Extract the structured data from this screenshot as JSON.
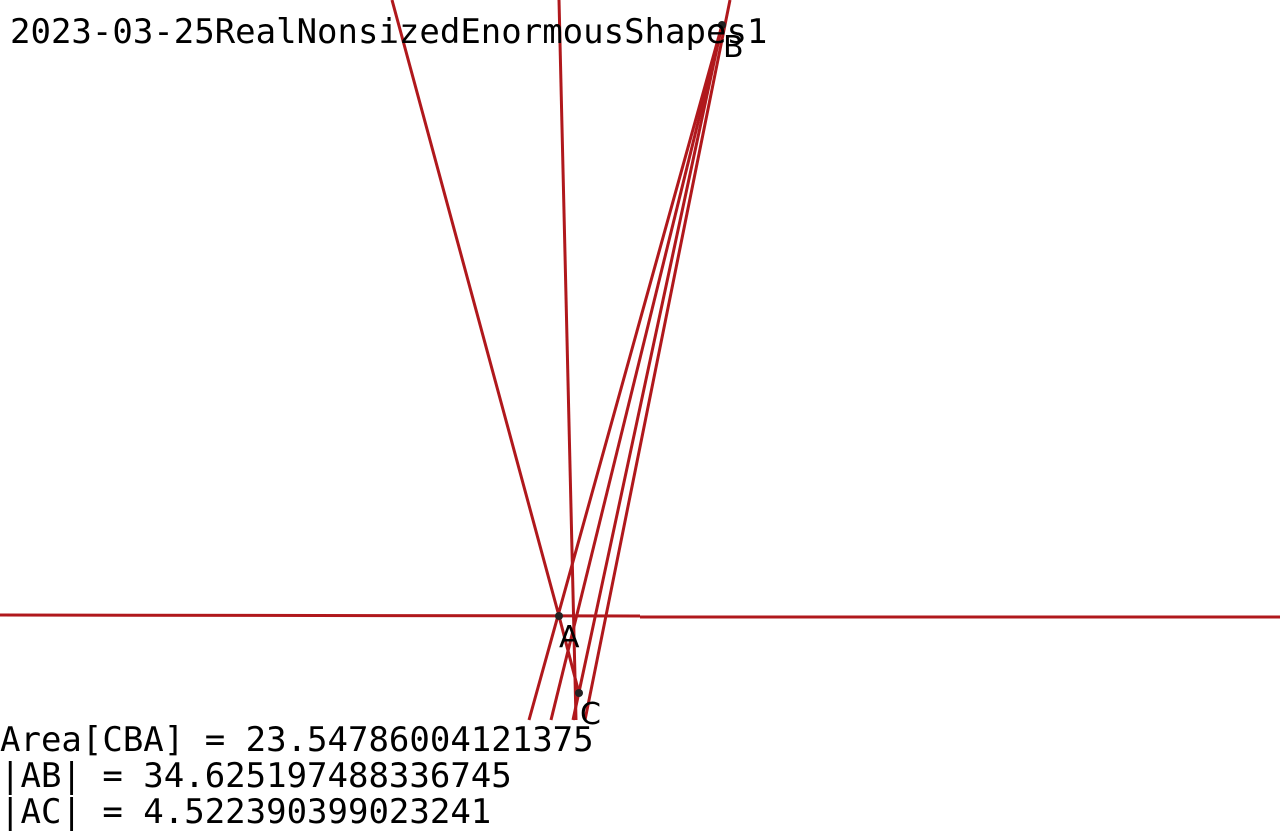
{
  "title": "2023-03-25RealNonsizedEnormousShapes1",
  "line_color": "#b0181c",
  "points": [
    {
      "name": "A"
    },
    {
      "name": "B"
    },
    {
      "name": "C"
    }
  ],
  "measurements": {
    "area": "Area[CBA] = 23.54786004121375",
    "ab": "|AB| = 34.625197488336745",
    "ac": "|AC| = 4.522390399023241"
  }
}
